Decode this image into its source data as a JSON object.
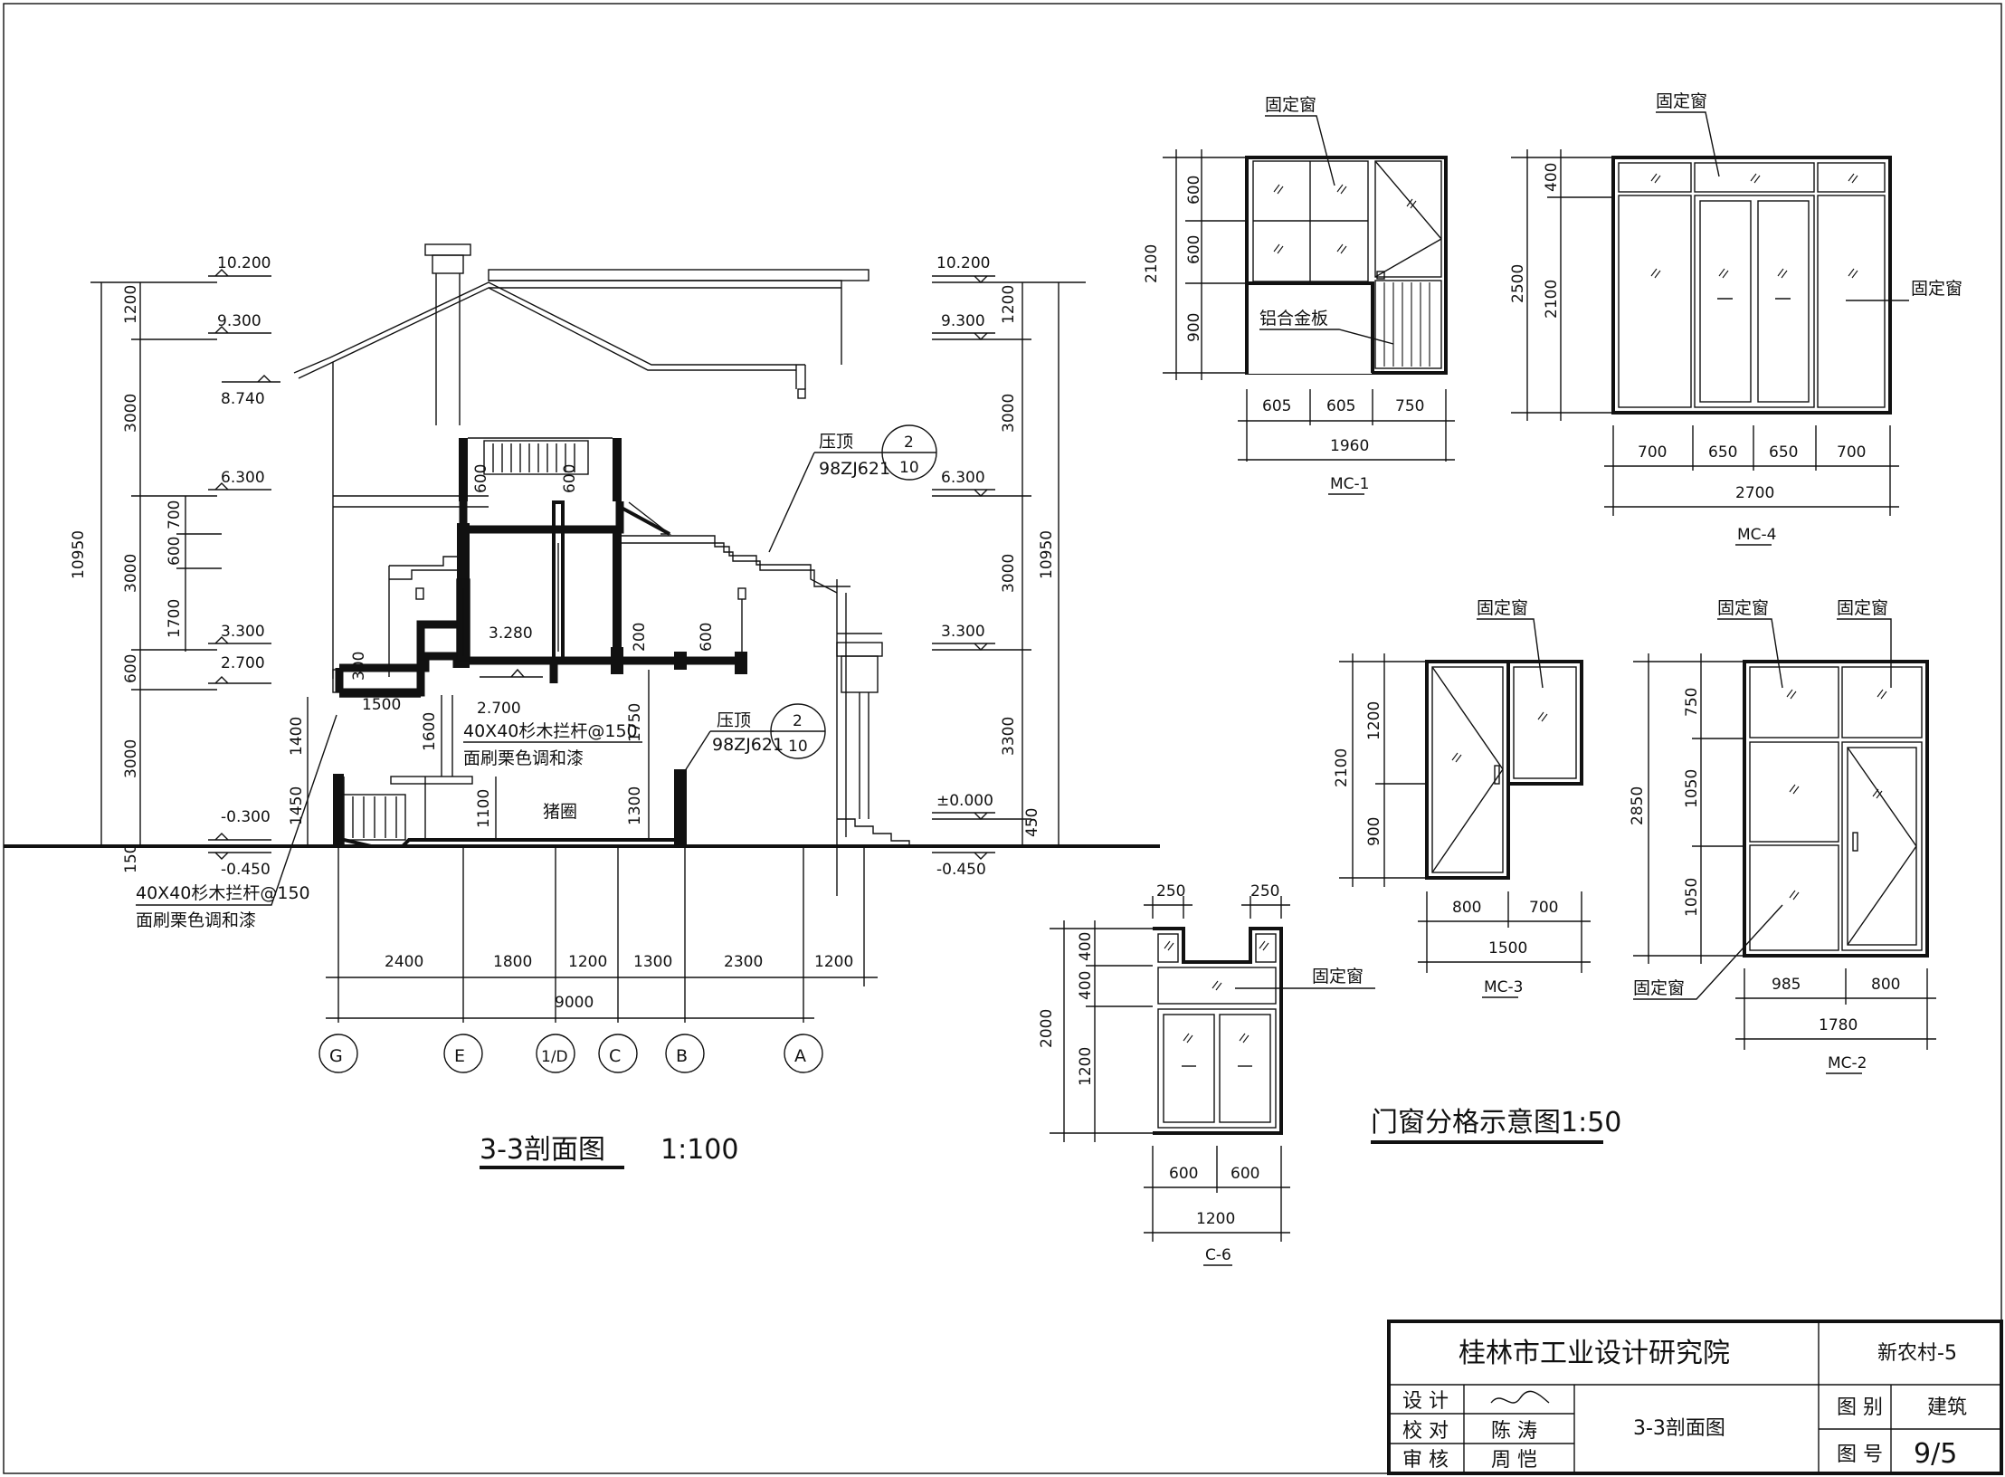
{
  "section": {
    "title": "3-3剖面图",
    "scale": "1:100",
    "elevations_left": [
      "10.200",
      "9.300",
      "8.740",
      "6.300",
      "3.300",
      "2.700",
      "-0.300",
      "-0.450"
    ],
    "elevations_right": [
      "10.200",
      "9.300",
      "6.300",
      "3.300",
      "±0.000",
      "-0.450"
    ],
    "inner_elevations": [
      "3.280",
      "2.700"
    ],
    "left_dims_outer": [
      "10950"
    ],
    "left_dims_inner": [
      "1200",
      "3000",
      "3000",
      "600",
      "3000",
      "150"
    ],
    "left_dims_window": [
      "700",
      "600",
      "1700"
    ],
    "right_dims": [
      "1200",
      "3000",
      "3000",
      "3300",
      "450"
    ],
    "right_total": "10950",
    "bottom_dims": [
      "2400",
      "1800",
      "1200",
      "1300",
      "2300",
      "1200"
    ],
    "bottom_total": "9000",
    "axes": [
      "G",
      "E",
      "1/D",
      "C",
      "B",
      "A"
    ],
    "inner_dims": [
      "600",
      "600",
      "200",
      "600",
      "300",
      "1500",
      "1600",
      "1750",
      "1400",
      "1450",
      "1100",
      "1300"
    ],
    "notes": {
      "railing": "40X40杉木拦杆@150",
      "paint": "面刷栗色调和漆",
      "railing2": "40X40杉木拦杆@150",
      "paint2": "面刷栗色调和漆",
      "coping": "压顶",
      "coping_ref": "98ZJ621",
      "coping2": "压顶",
      "coping_ref2": "98ZJ621",
      "pig_pen": "猪圈",
      "detail_num": "2",
      "detail_sheet": "10"
    }
  },
  "windows": {
    "title": "门窗分格示意图1:50",
    "fixed_label": "固定窗",
    "aluminum_label": "铝合金板",
    "mc1": {
      "name": "MC-1",
      "widths": [
        "605",
        "605",
        "750"
      ],
      "total_w": "1960",
      "heights": [
        "600",
        "600",
        "900"
      ],
      "total_h": "2100"
    },
    "mc4": {
      "name": "MC-4",
      "widths": [
        "700",
        "650",
        "650",
        "700"
      ],
      "total_w": "2700",
      "heights": [
        "400",
        "2100"
      ],
      "total_h": "2500"
    },
    "mc3": {
      "name": "MC-3",
      "widths": [
        "800",
        "700"
      ],
      "total_w": "1500",
      "heights": [
        "1200",
        "900"
      ],
      "total_h": "2100"
    },
    "mc2": {
      "name": "MC-2",
      "widths": [
        "985",
        "800"
      ],
      "total_w": "1780",
      "heights": [
        "750",
        "1050",
        "1050"
      ],
      "total_h": "2850"
    },
    "c6": {
      "name": "C-6",
      "widths": [
        "600",
        "600"
      ],
      "total_w": "1200",
      "top_widths": [
        "250",
        "250"
      ],
      "heights": [
        "400",
        "400",
        "1200"
      ],
      "total_h": "2000"
    }
  },
  "title_block": {
    "institute": "桂林市工业设计研究院",
    "project": "新农村-5",
    "design_label": "设 计",
    "check_label": "校 对",
    "review_label": "审 核",
    "checker": "陈 涛",
    "reviewer": "周 恺",
    "drawing_name": "3-3剖面图",
    "category_label": "图 别",
    "category": "建筑",
    "number_label": "图 号",
    "number": "9/5"
  }
}
